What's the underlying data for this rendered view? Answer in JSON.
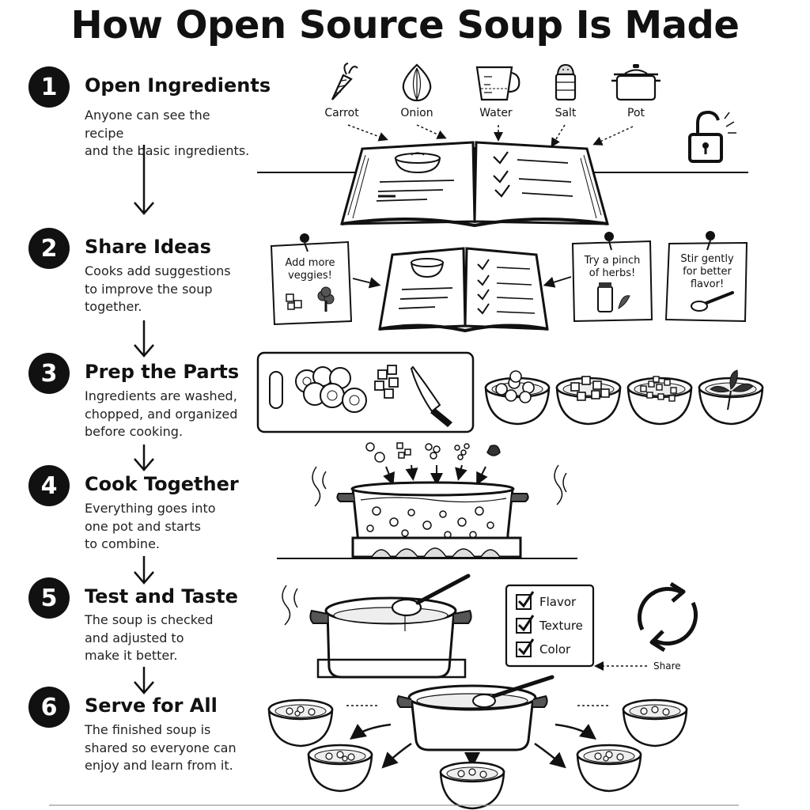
{
  "title": "How Open Source Soup Is Made",
  "steps": [
    {
      "number": "1",
      "title": "Open Ingredients",
      "lines": [
        "Anyone can see the recipe",
        "and the basic ingredients."
      ]
    },
    {
      "number": "2",
      "title": "Share Ideas",
      "lines": [
        "Cooks add suggestions",
        "to improve the soup",
        "together."
      ]
    },
    {
      "number": "3",
      "title": "Prep the Parts",
      "lines": [
        "Ingredients are washed,",
        "chopped, and organized",
        "before cooking."
      ]
    },
    {
      "number": "4",
      "title": "Cook Together",
      "lines": [
        "Everything goes into",
        "one pot and starts",
        "to combine."
      ]
    },
    {
      "number": "5",
      "title": "Test and Taste",
      "lines": [
        "The soup is checked",
        "and adjusted to",
        "make it better."
      ]
    },
    {
      "number": "6",
      "title": "Serve for All",
      "lines": [
        "The finished soup is",
        "shared so everyone can",
        "enjoy and learn from it."
      ]
    }
  ],
  "ingredients": [
    "Carrot",
    "Onion",
    "Water",
    "Salt",
    "Pot"
  ],
  "notes": {
    "add_veggies": [
      "Add more",
      "veggies!"
    ],
    "herbs": [
      "Try a pinch",
      "of herbs!"
    ],
    "stir": [
      "Stir gently",
      "for better",
      "flavor!"
    ]
  },
  "checklist": [
    "Flavor",
    "Texture",
    "Color"
  ],
  "share_label": "Share"
}
